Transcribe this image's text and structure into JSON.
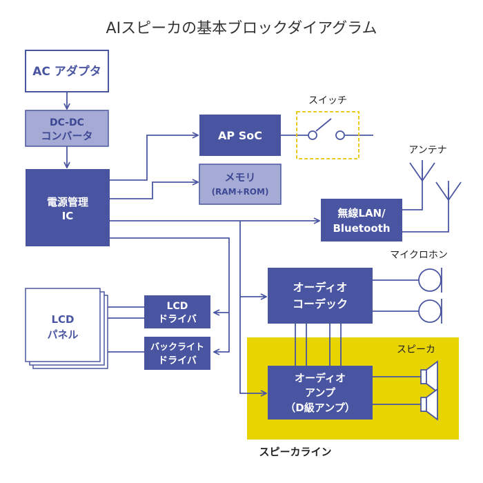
{
  "title": "AIスピーカの基本ブロックダイアグラム",
  "colors": {
    "dark_block": "#4a55a2",
    "light_block": "#a5abd4",
    "light_text": "#3d4894",
    "line": "#4a55a2",
    "speaker_area": "#e8d400",
    "switch_border": "#e8d400"
  },
  "blocks": {
    "ac_adapter": "AC アダプタ",
    "dcdc_line1": "DC-DC",
    "dcdc_line2": "コンバータ",
    "pmic_line1": "電源管理",
    "pmic_line2": "IC",
    "ap_soc": "AP SoC",
    "memory_line1": "メモリ",
    "memory_line2": "(RAM+ROM)",
    "wireless_line1": "無線LAN/",
    "wireless_line2": "Bluetooth",
    "lcd_driver_line1": "LCD",
    "lcd_driver_line2": "ドライバ",
    "backlight_line1": "バックライト",
    "backlight_line2": "ドライバ",
    "lcd_panel_line1": "LCD",
    "lcd_panel_line2": "パネル",
    "codec_line1": "オーディオ",
    "codec_line2": "コーデック",
    "amp_line1": "オーディオ",
    "amp_line2": "アンプ",
    "amp_line3": "（D級アンプ）"
  },
  "labels": {
    "switch": "スイッチ",
    "antenna": "アンテナ",
    "microphone": "マイクロホン",
    "speaker": "スピーカ",
    "speaker_line": "スピーカライン"
  },
  "icons": [
    "switch-icon",
    "antenna-icon",
    "microphone-icon",
    "speaker-icon",
    "arrow-icon"
  ]
}
